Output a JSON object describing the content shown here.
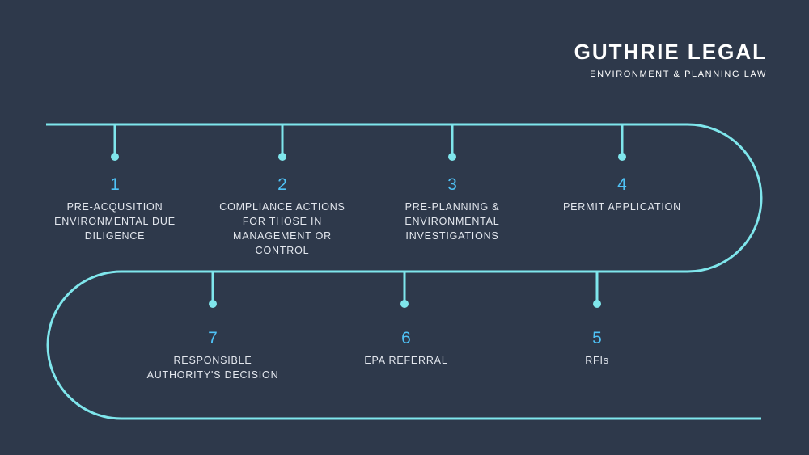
{
  "brand": {
    "name": "GUTHRIE LEGAL",
    "tagline": "ENVIRONMENT & PLANNING LAW"
  },
  "colors": {
    "background": "#2e394b",
    "path": "#7fe6ec",
    "number": "#4fc3f7",
    "label": "#e3e7ee",
    "brand": "#ffffff"
  },
  "steps": [
    {
      "number": "1",
      "label": "PRE-ACQUSITION ENVIRONMENTAL DUE DILIGENCE"
    },
    {
      "number": "2",
      "label": "COMPLIANCE ACTIONS FOR THOSE IN MANAGEMENT OR CONTROL"
    },
    {
      "number": "3",
      "label": "PRE-PLANNING & ENVIRONMENTAL INVESTIGATIONS"
    },
    {
      "number": "4",
      "label": "PERMIT APPLICATION"
    },
    {
      "number": "5",
      "label": "RFIs"
    },
    {
      "number": "6",
      "label": "EPA REFERRAL"
    },
    {
      "number": "7",
      "label": "RESPONSIBLE AUTHORITY'S DECISION"
    }
  ]
}
